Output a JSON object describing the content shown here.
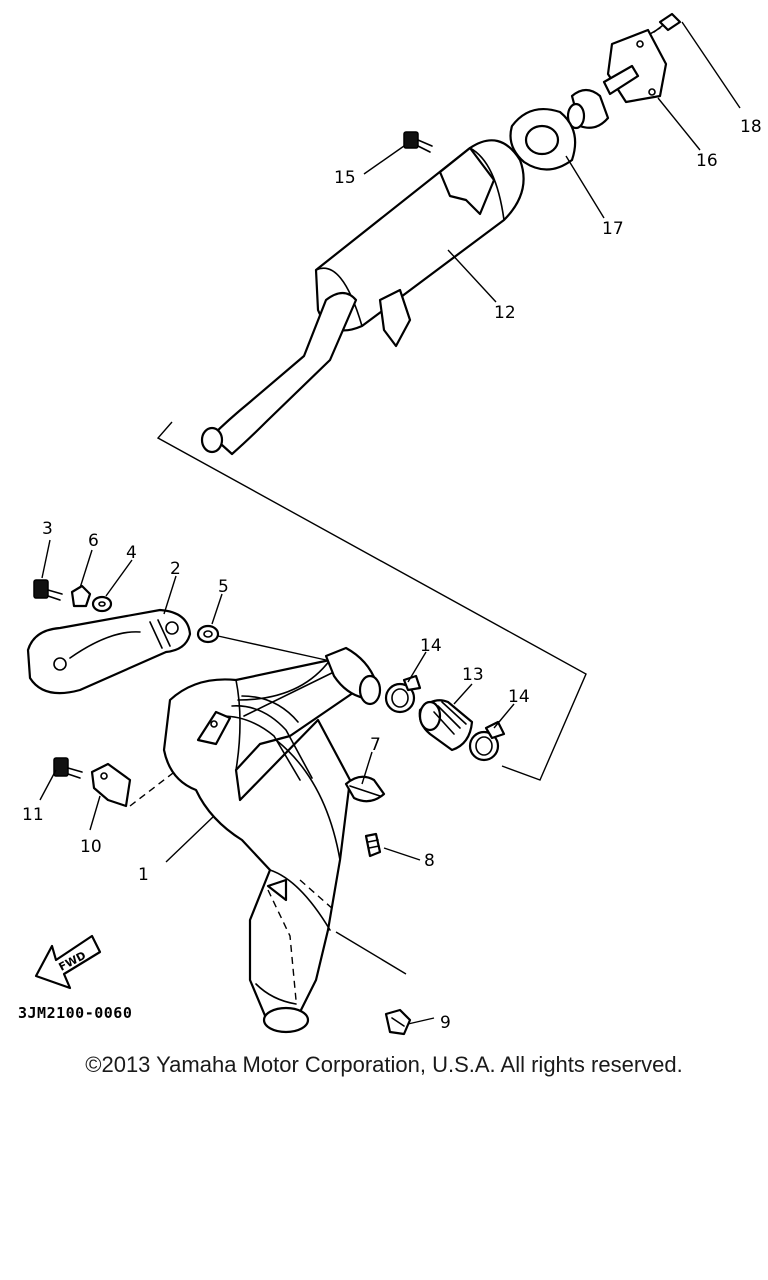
{
  "callouts": {
    "c1": "1",
    "c2": "2",
    "c3": "3",
    "c4": "4",
    "c5": "5",
    "c6": "6",
    "c7": "7",
    "c8": "8",
    "c9": "9",
    "c10": "10",
    "c11": "11",
    "c12": "12",
    "c13": "13",
    "c14a": "14",
    "c14b": "14",
    "c15": "15",
    "c16": "16",
    "c17": "17",
    "c18": "18"
  },
  "fwd_label": "FWD",
  "diagram_code": "3JM2100-0060",
  "copyright": "©2013 Yamaha Motor Corporation, U.S.A. All rights reserved.",
  "colors": {
    "ink": "#000000",
    "background": "#ffffff"
  }
}
